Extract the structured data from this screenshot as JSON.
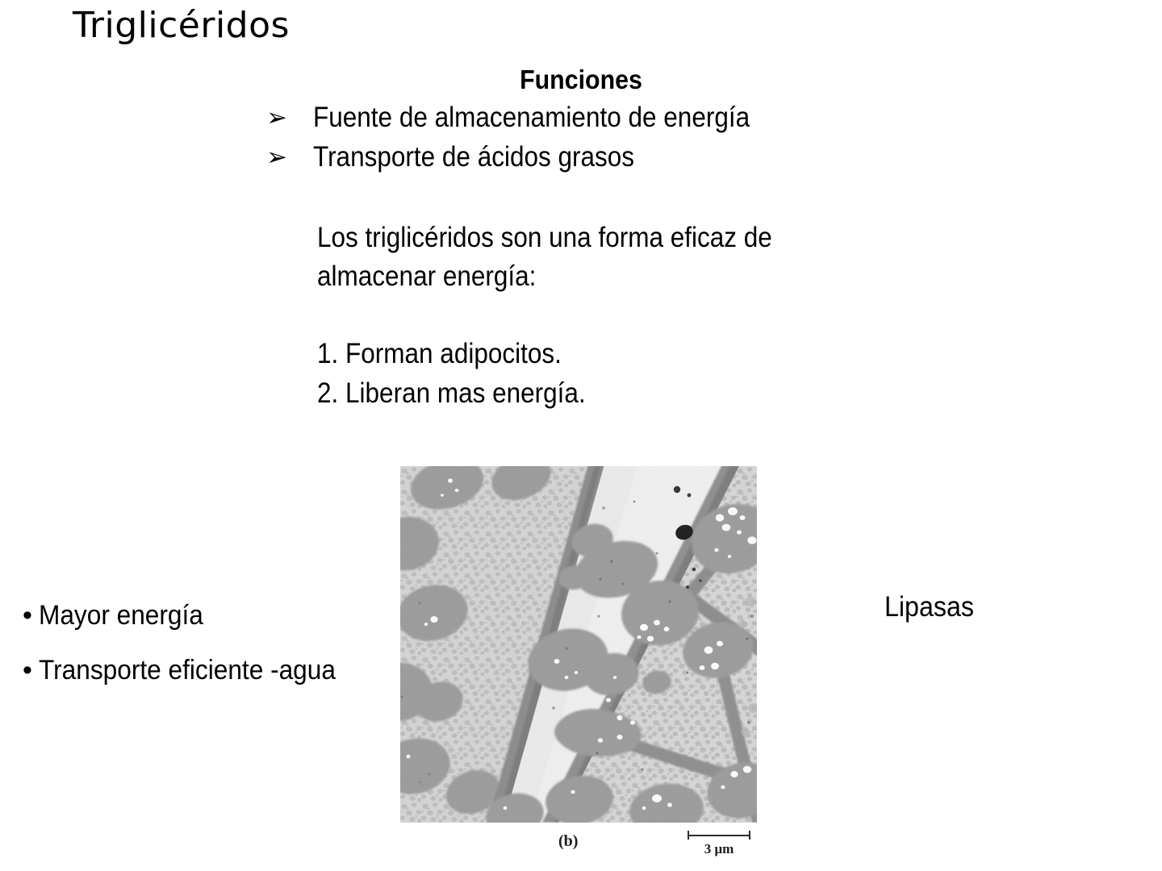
{
  "slide": {
    "title": "Triglicéridos",
    "background_color": "#ffffff",
    "text_color": "#000000"
  },
  "funciones": {
    "heading": "Funciones",
    "bullet_glyph": "➢",
    "items": [
      "Fuente de almacenamiento de energía",
      "Transporte de ácidos grasos"
    ]
  },
  "paragraph": {
    "line1": "Los triglicéridos son una forma eficaz de",
    "line2": "almacenar energía:"
  },
  "numbered_list": {
    "item1": "1. Forman adipocitos.",
    "item2": "2. Liberan mas energía."
  },
  "left_bullets": {
    "bullet_glyph": "•",
    "items": [
      "Mayor energía",
      "Transporte eficiente -agua"
    ]
  },
  "right_label": {
    "text": "Lipasas"
  },
  "figure": {
    "alt_name": "electron-micrograph-adipocytes-lipid-bodies",
    "caption": "(b)",
    "scale_bar_label": "3 μm",
    "palette": {
      "background_gray": "#c9c9c9",
      "cytoplasm_light": "#d8d8d8",
      "lipid_body_gray": "#9b9b9b",
      "cell_wall_dark": "#7d7d7d",
      "intercellular_space": "#efefef",
      "bright_droplet": "#ffffff",
      "dark_speck": "#1a1a1a"
    }
  }
}
